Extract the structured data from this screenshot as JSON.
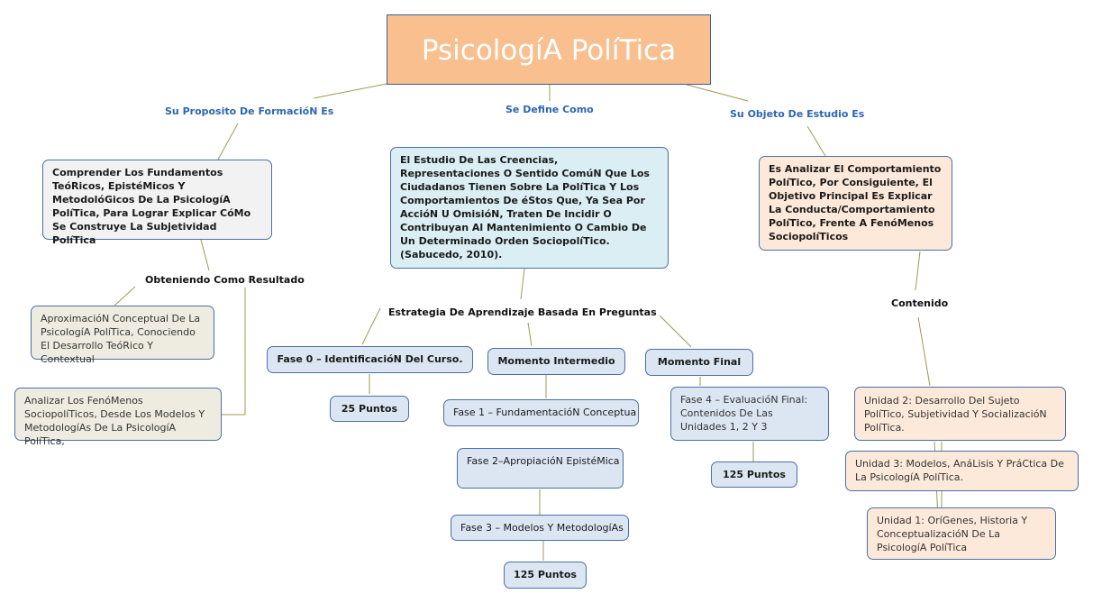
{
  "title": "PsicologíA PolíTica",
  "branches": {
    "left_label": "Su Proposito De FormacióN Es",
    "center_label": "Se Define Como",
    "right_label": "Su Objeto De Estudio Es"
  },
  "left": {
    "purpose": "Comprender Los Fundamentos TeóRicos, EpistéMicos Y MetodolóGicos De La PsicologíA PolíTica, Para Lograr Explicar CóMo Se Construye La Subjetividad PolíTica",
    "result_label": "Obteniendo Como Resultado",
    "result_1": "AproximacióN Conceptual De La PsicologíA PolíTica, Conociendo El Desarrollo TeóRico Y Contextual",
    "result_2": "Analizar Los FenóMenos SociopolíTicos, Desde Los Modelos Y MetodologíAs De La PsicologíA PolíTica,"
  },
  "center": {
    "definition": "El Estudio De Las Creencias, Representaciones O Sentido ComúN Que Los Ciudadanos Tienen Sobre La PolíTica Y Los Comportamientos De éStos Que, Ya Sea Por AccióN U OmisióN, Traten De Incidir O Contribuyan Al Mantenimiento O Cambio De Un Determinado Orden SociopolíTico.",
    "citation": "(Sabucedo, 2010).",
    "strategy_label": "Estrategia De Aprendizaje Basada En Preguntas",
    "fase0": "Fase 0 – IdentificacióN Del Curso.",
    "fase0_points": "25 Puntos",
    "momento_intermedio": "Momento Intermedio",
    "fase1": "Fase 1 – FundamentacióN Conceptua",
    "fase2": "Fase 2–ApropiacióN EpistéMica",
    "fase3": "Fase 3 – Modelos Y MetodologíAs",
    "intermedio_points": "125 Puntos",
    "momento_final": "Momento Final",
    "fase4": "Fase 4 – EvaluacióN Final: Contenidos De Las Unidades 1, 2 Y 3",
    "final_points": "125 Puntos"
  },
  "right": {
    "object": "Es Analizar El Comportamiento PolíTico, Por Consiguiente, El Objetivo Principal Es Explicar La Conducta/Comportamiento PolíTico, Frente A FenóMenos SociopolíTicos",
    "content_label": "Contenido",
    "unit2": "Unidad 2: Desarrollo Del Sujeto PolíTico, Subjetividad Y SocializacióN PolíTica.",
    "unit3": "Unidad 3: Modelos, AnáLisis Y PráCtica De La PsicologíA PolíTica.",
    "unit1": "Unidad 1: OríGenes, Historia Y ConceptualizacióN De La PsicologíA PolíTica"
  },
  "colors": {
    "title_fill": "#f9bf8f",
    "branch_text": "#2e66b0",
    "connector": "#9b9b4f",
    "node_border": "#4a6fa5"
  }
}
